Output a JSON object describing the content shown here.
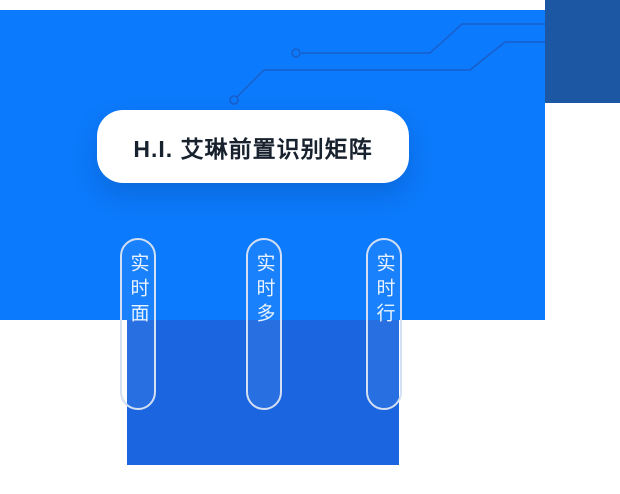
{
  "hero": {
    "title": "H.I. 艾琳前置识别矩阵",
    "background_color": "#0c7afc"
  },
  "corner_panel": {
    "background_color": "#1b57a3"
  },
  "bottom_panel": {
    "background_color": "#1b66e0"
  },
  "feature_pills": [
    {
      "label": "实时面"
    },
    {
      "label": "实时多"
    },
    {
      "label": "实时行"
    }
  ],
  "decoration": {
    "circuit_color": "#1e56b8"
  }
}
